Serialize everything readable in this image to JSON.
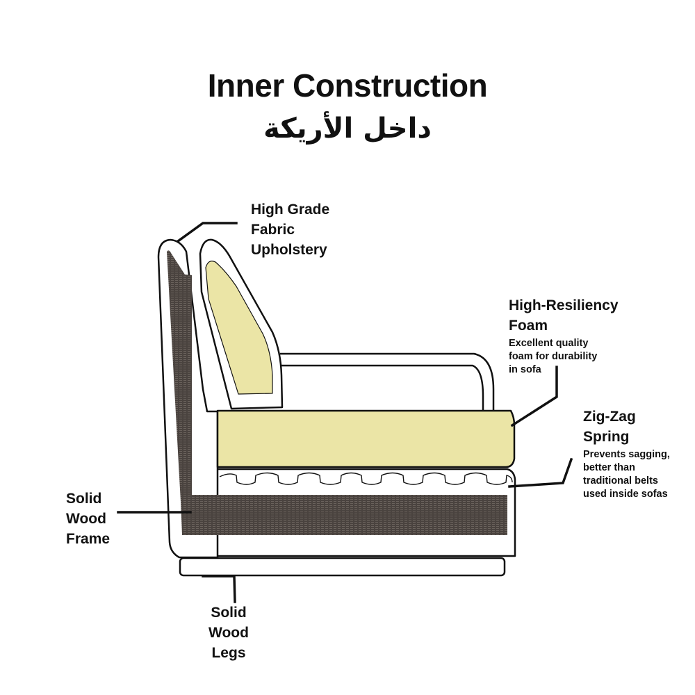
{
  "title": "Inner Construction",
  "subtitle": "داخل الأريكة",
  "colors": {
    "foam": "#ebe5a6",
    "frame": "#4a433f",
    "outline": "#111111"
  },
  "labels": {
    "upholstery": {
      "lines": [
        "High Grade",
        "Fabric",
        "Upholstery"
      ]
    },
    "foam": {
      "lines": [
        "High-Resiliency",
        "Foam"
      ],
      "desc": [
        "Excellent quality",
        "foam for durability",
        "in sofa"
      ]
    },
    "spring": {
      "lines": [
        "Zig-Zag",
        "Spring"
      ],
      "desc": [
        "Prevents sagging,",
        "better than",
        "traditional belts",
        "used inside sofas"
      ]
    },
    "frame": {
      "lines": [
        "Solid",
        "Wood",
        "Frame"
      ]
    },
    "legs": {
      "lines": [
        "Solid",
        "Wood",
        "Legs"
      ]
    }
  }
}
